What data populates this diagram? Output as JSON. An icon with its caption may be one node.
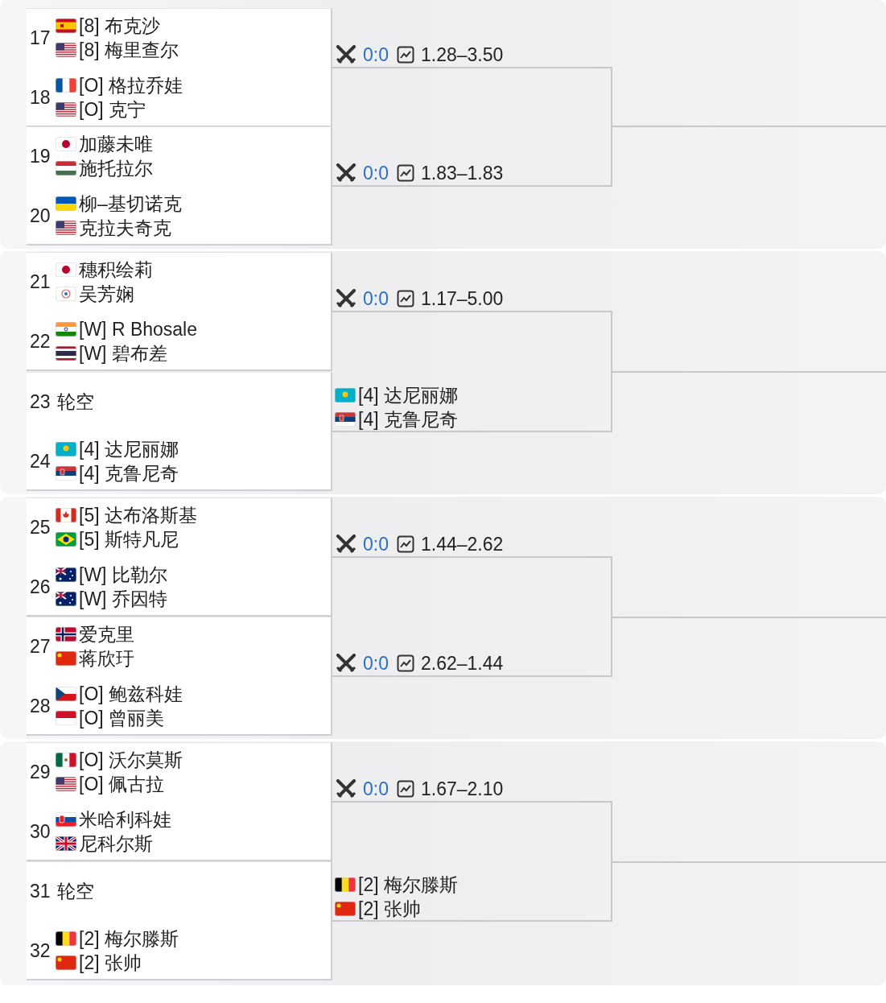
{
  "diagram": {
    "nodes": [
      {
        "text": [],
        "shape": "box"
      },
      {
        "text": [
          "17",
          "[8] 布克沙",
          "[8] 梅里查尔"
        ],
        "in": 0
      },
      {
        "text": [
          "18",
          "[O] 格拉乔娃",
          "[O] 克宁"
        ],
        "in": 0
      },
      {
        "text": [],
        "shape": "box"
      },
      {
        "text": [
          "19",
          "加藤未唯",
          "施托拉尔"
        ],
        "in": 3
      },
      {
        "text": [
          "20",
          "柳–基切诺克",
          "克拉夫奇克"
        ],
        "in": 3
      },
      {
        "text": [],
        "shape": "box"
      },
      {
        "text": [
          "21",
          "穗积绘莉",
          "吴芳娴"
        ],
        "in": 6
      },
      {
        "text": [
          "22",
          "[W] R Bhosale",
          "[W] 碧布差"
        ],
        "in": 6
      },
      {
        "text": [],
        "shape": "box"
      },
      {
        "text": [
          "23",
          "轮空"
        ],
        "in": 9
      },
      {
        "text": [
          "24",
          "[4] 达尼丽娜",
          "[4] 克鲁尼奇"
        ],
        "in": 9
      },
      {
        "text": [],
        "shape": "box"
      },
      {
        "text": [
          "25",
          "[5] 达布洛斯基",
          "[5] 斯特凡尼"
        ],
        "in": 12
      },
      {
        "text": [
          "26",
          "[W] 比勒尔",
          "[W] 乔因特"
        ],
        "in": 12
      },
      {
        "text": [],
        "shape": "box"
      },
      {
        "text": [
          "27",
          "爱克里",
          "蒋欣玗"
        ],
        "in": 15
      },
      {
        "text": [
          "28",
          "[O] 鲍兹科娃",
          "[O] 曾丽美"
        ],
        "in": 15
      },
      {
        "text": [],
        "shape": "box"
      },
      {
        "text": [
          "29",
          "[O] 沃尔莫斯",
          "[O] 佩古拉"
        ],
        "in": 18
      },
      {
        "text": [
          "30",
          "米哈利科娃",
          "尼科尔斯"
        ],
        "in": 18
      },
      {
        "text": [],
        "shape": "box"
      },
      {
        "text": [
          "31",
          "轮空"
        ],
        "in": 21
      },
      {
        "text": [
          "32",
          "[2] 梅尔滕斯",
          "[2] 张帅"
        ],
        "in": 21
      }
    ],
    "edges": [
      {
        "from": 0,
        "to": null,
        "arrow": "none"
      },
      {
        "from": 3,
        "to": null,
        "arrow": "none"
      },
      {
        "from": 6,
        "to": null,
        "arrow": "none"
      },
      {
        "from": 9,
        "to": null,
        "arrow": "none"
      },
      {
        "from": 12,
        "to": null,
        "arrow": "none"
      },
      {
        "from": 15,
        "to": null,
        "arrow": "none"
      },
      {
        "from": 18,
        "to": null,
        "arrow": "none"
      },
      {
        "from": 21,
        "to": null,
        "arrow": "none"
      }
    ],
    "labels": [
      "0:0",
      "1.28–3.50",
      "0:0",
      "1.83–1.83",
      "0:0",
      "1.17–5.00",
      "[4] 达尼丽娜",
      "[4] 克鲁尼奇",
      "0:0",
      "1.44–2.62",
      "0:0",
      "2.62–1.44",
      "0:0",
      "1.67–2.10",
      "[2] 梅尔滕斯",
      "[2] 张帅"
    ]
  }
}
